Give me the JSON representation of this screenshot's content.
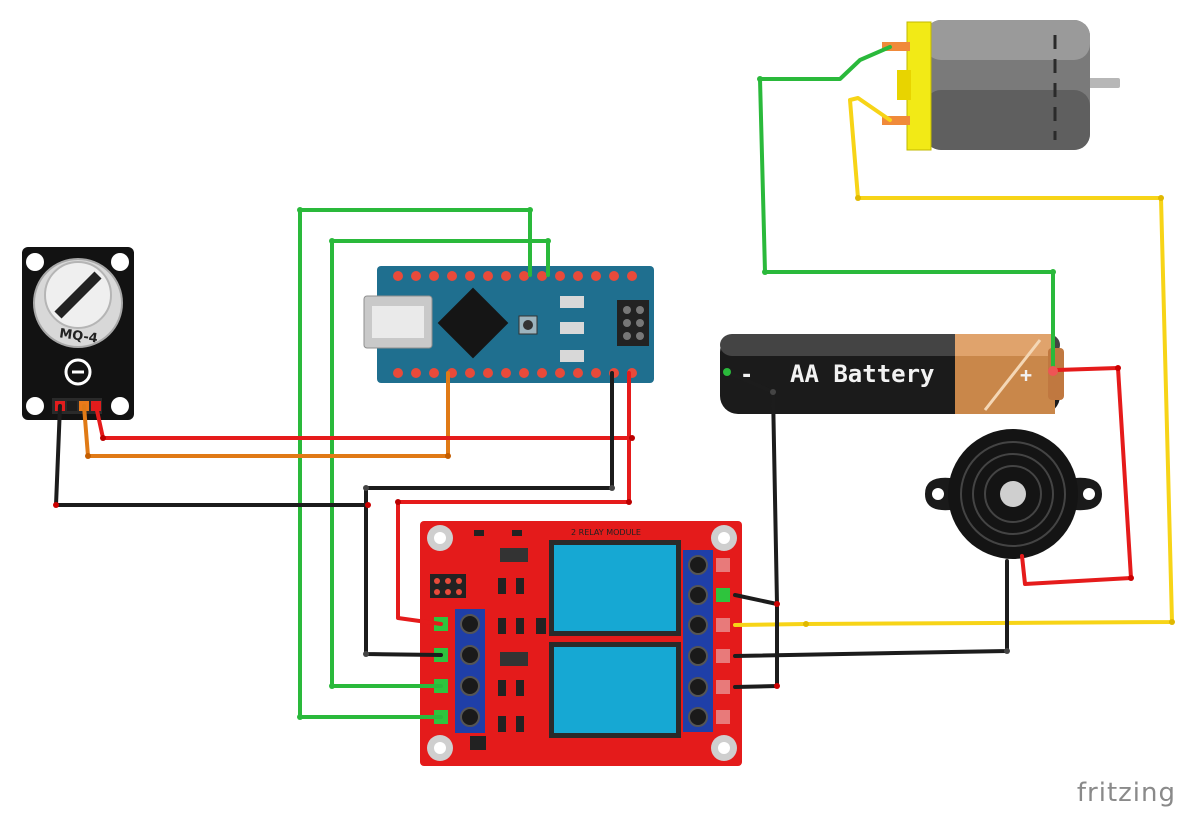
{
  "watermark": "fritzing",
  "components": {
    "gas_sensor": {
      "label": "MQ-4"
    },
    "battery": {
      "label": "AA Battery",
      "minus": "-",
      "plus": "+"
    },
    "relay_module": {
      "title": "2 RELAY MODULE"
    }
  },
  "colors": {
    "green_wire": "#2ab93b",
    "yellow_wire": "#f7d417",
    "red_wire": "#e51b1b",
    "black_wire": "#1c1c1c",
    "orange_wire": "#e07a16",
    "arduino_board": "#1f6f8f",
    "relay_board": "#e41b1b",
    "relay_cube": "#16a8d3"
  }
}
